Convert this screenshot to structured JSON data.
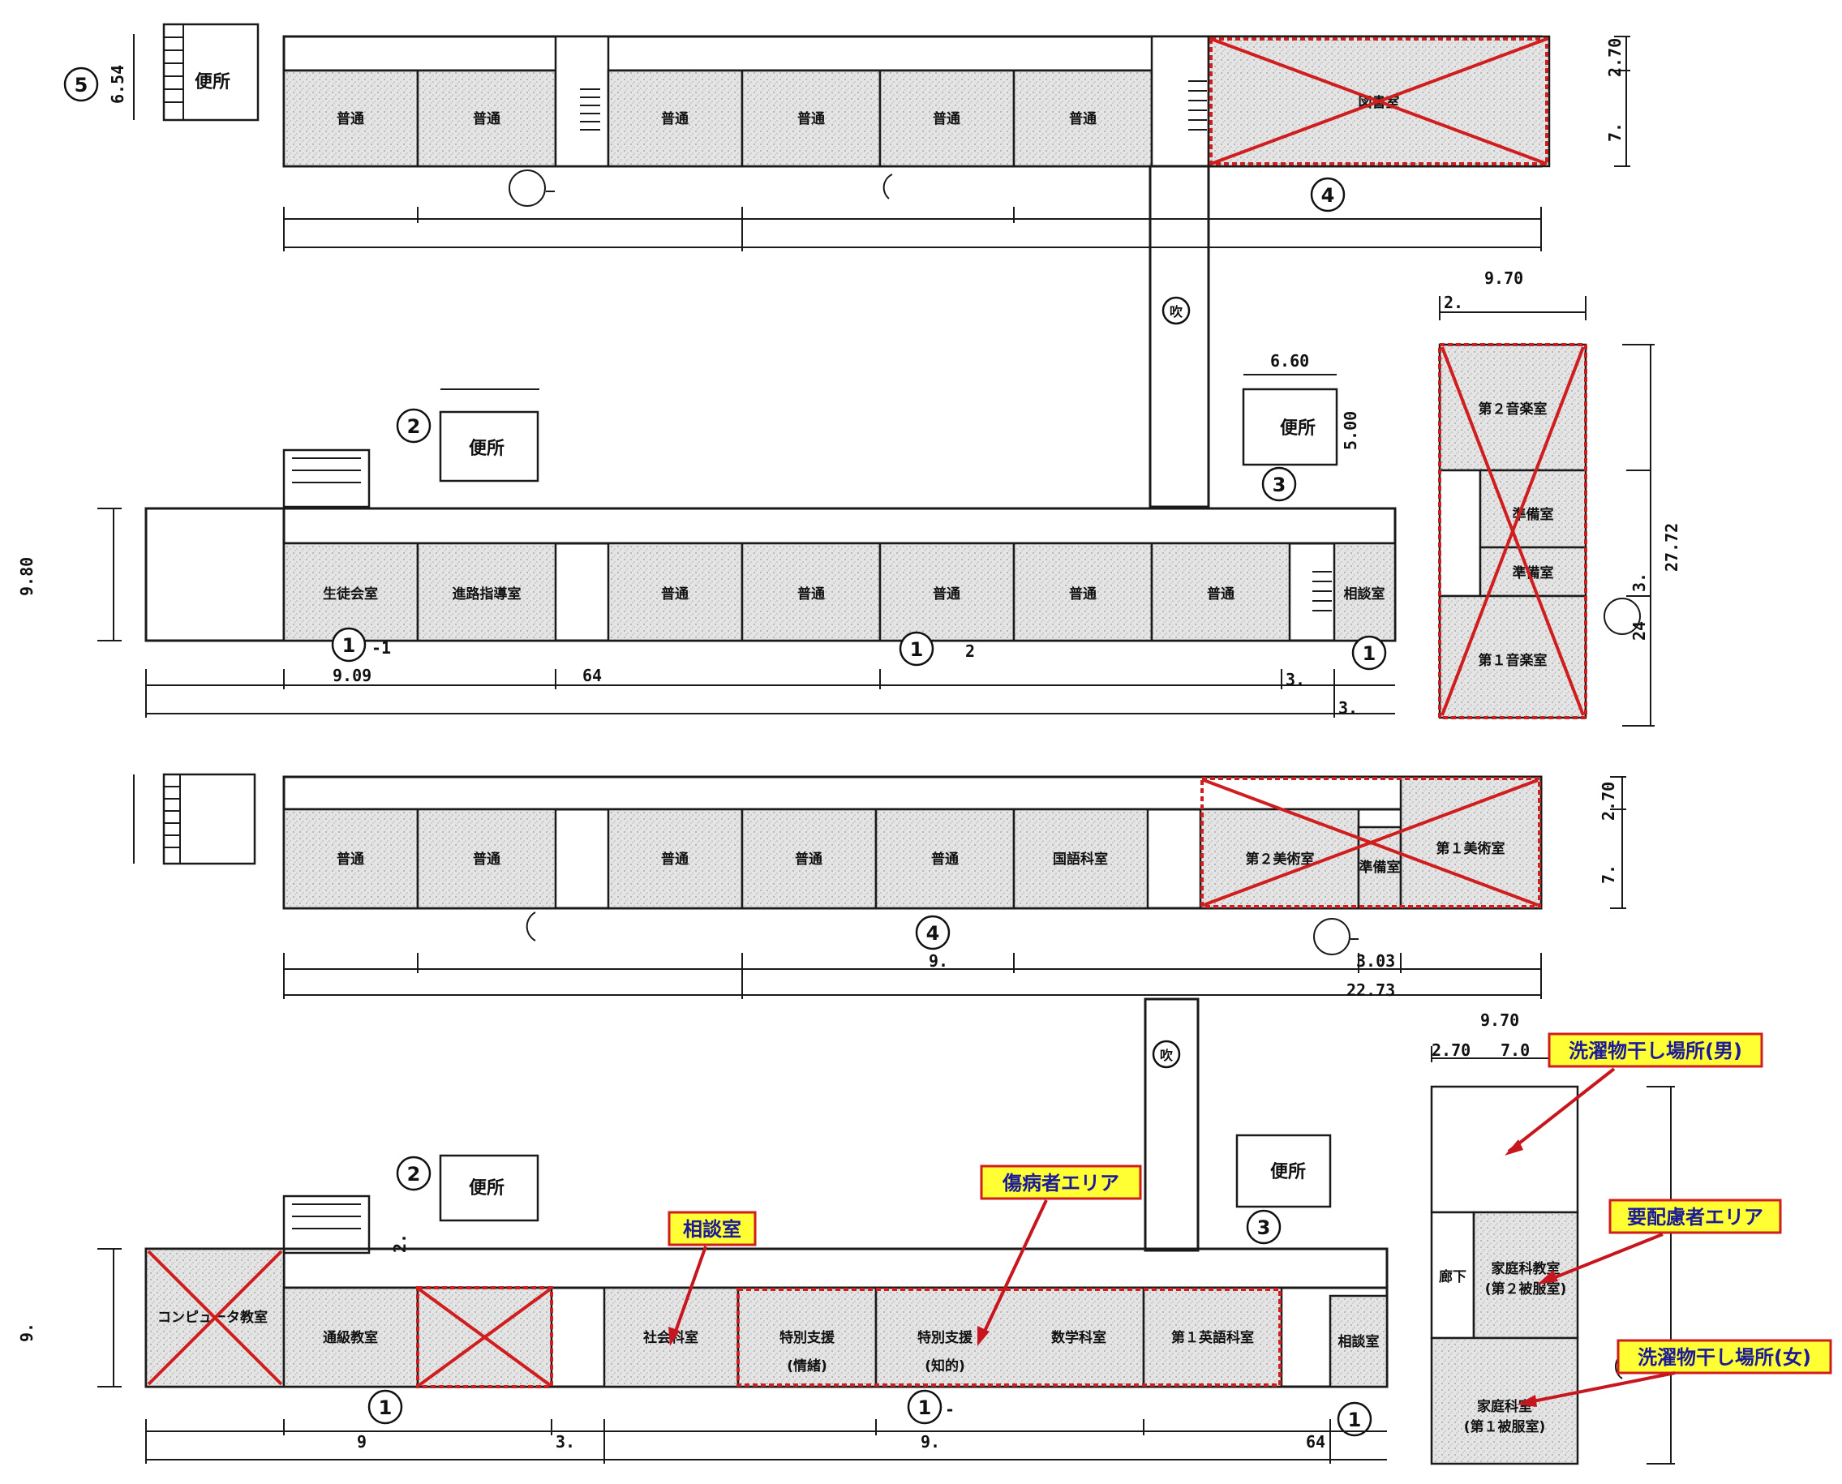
{
  "floor4": {
    "wc_label": "便所",
    "marker_wc": "5",
    "dim_wc": "6.54",
    "rooms": [
      "普通",
      "普通",
      "普通",
      "普通",
      "普通",
      "普通"
    ],
    "library": "図書室",
    "marker_4": "4",
    "dim_right_a": "2.70",
    "dim_right_b": "7."
  },
  "void_label": "吹",
  "floor3": {
    "marker_wc2": "2",
    "wc2_label": "便所",
    "marker_wc3": "3",
    "wc3_label": "便所",
    "dim_wc3_w": "6.60",
    "dim_wc3_h": "5.00",
    "rooms": [
      "生徒会室",
      "進路指導室",
      "普通",
      "普通",
      "普通",
      "普通",
      "普通",
      "相談室"
    ],
    "marker_1a": "1",
    "marker_1a_suffix": "-1",
    "marker_1b": "1",
    "marker_1b_suffix": "2",
    "marker_1c": "1",
    "dim_left": "9.80",
    "dim_9_09": "9.09",
    "dim_64": "64",
    "dim_3a": "3.",
    "dim_3b": "3.",
    "music": {
      "dim_top": "9.70",
      "dim_top_small": "2.",
      "room2": "第２音楽室",
      "prep1": "準備室",
      "prep2": "準備室",
      "room1": "第１音楽室",
      "dim_27": "27.72",
      "dim_3": "3.",
      "dim_24": "24"
    }
  },
  "floor2": {
    "rooms": [
      "普通",
      "普通",
      "普通",
      "普通",
      "普通",
      "国語科室"
    ],
    "art2": "第２美術室",
    "art_prep": "準備室",
    "art1": "第１美術室",
    "marker_4": "4",
    "dim_9": "9.",
    "dim_3_03": "3.03",
    "dim_22_73": "22.73",
    "dim_right_a": "2.70",
    "dim_right_b": "7."
  },
  "floor1": {
    "marker_wc2": "2",
    "wc2_label": "便所",
    "wc3_label": "便所",
    "marker_wc3": "3",
    "dim_2": "2.",
    "computer_room": "コンピュータ教室",
    "rooms": [
      "通級教室",
      "社会科室",
      "特別支援",
      "特別支援",
      "数学科室",
      "第１英語科室",
      "相談室"
    ],
    "sub_info": "(情緒)",
    "sub_chiteki": "(知的)",
    "marker_1a": "1",
    "marker_1b": "1",
    "marker_1b_suffix": "-",
    "marker_1c": "1",
    "dim_left": "9.",
    "dim_9": "9",
    "dim_3": "3.",
    "dim_9b": "9.",
    "dim_64": "64",
    "home": {
      "dim_top": "9.70",
      "dim_a": "2.70",
      "dim_b": "7.0",
      "corridor": "廊下",
      "home2_a": "家庭科教室",
      "home2_b": "(第２被服室)",
      "home1_a": "家庭科室",
      "home1_b": "(第１被服室)"
    }
  },
  "callouts": {
    "laundry_male": "洗濯物干し場所(男)",
    "injured_area": "傷病者エリア",
    "consult": "相談室",
    "care_area": "要配慮者エリア",
    "laundry_female": "洗濯物干し場所(女)"
  },
  "colors": {
    "accent": "#d01e1e",
    "callout_fill": "#ffff33",
    "callout_text": "#1a1a9a"
  }
}
